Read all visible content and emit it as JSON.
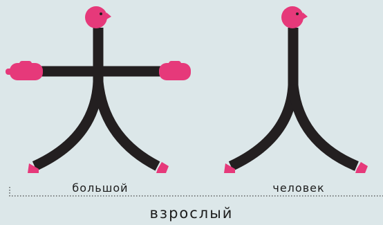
{
  "labels": {
    "left": "большой",
    "right": "человек",
    "bottom": "взрослый"
  },
  "colors": {
    "background": "#dce7e9",
    "stroke": "#231f20",
    "accent": "#e6397a",
    "bracket": "#444444"
  },
  "icons": [
    "head-icon",
    "hand-icon",
    "foot-icon"
  ]
}
